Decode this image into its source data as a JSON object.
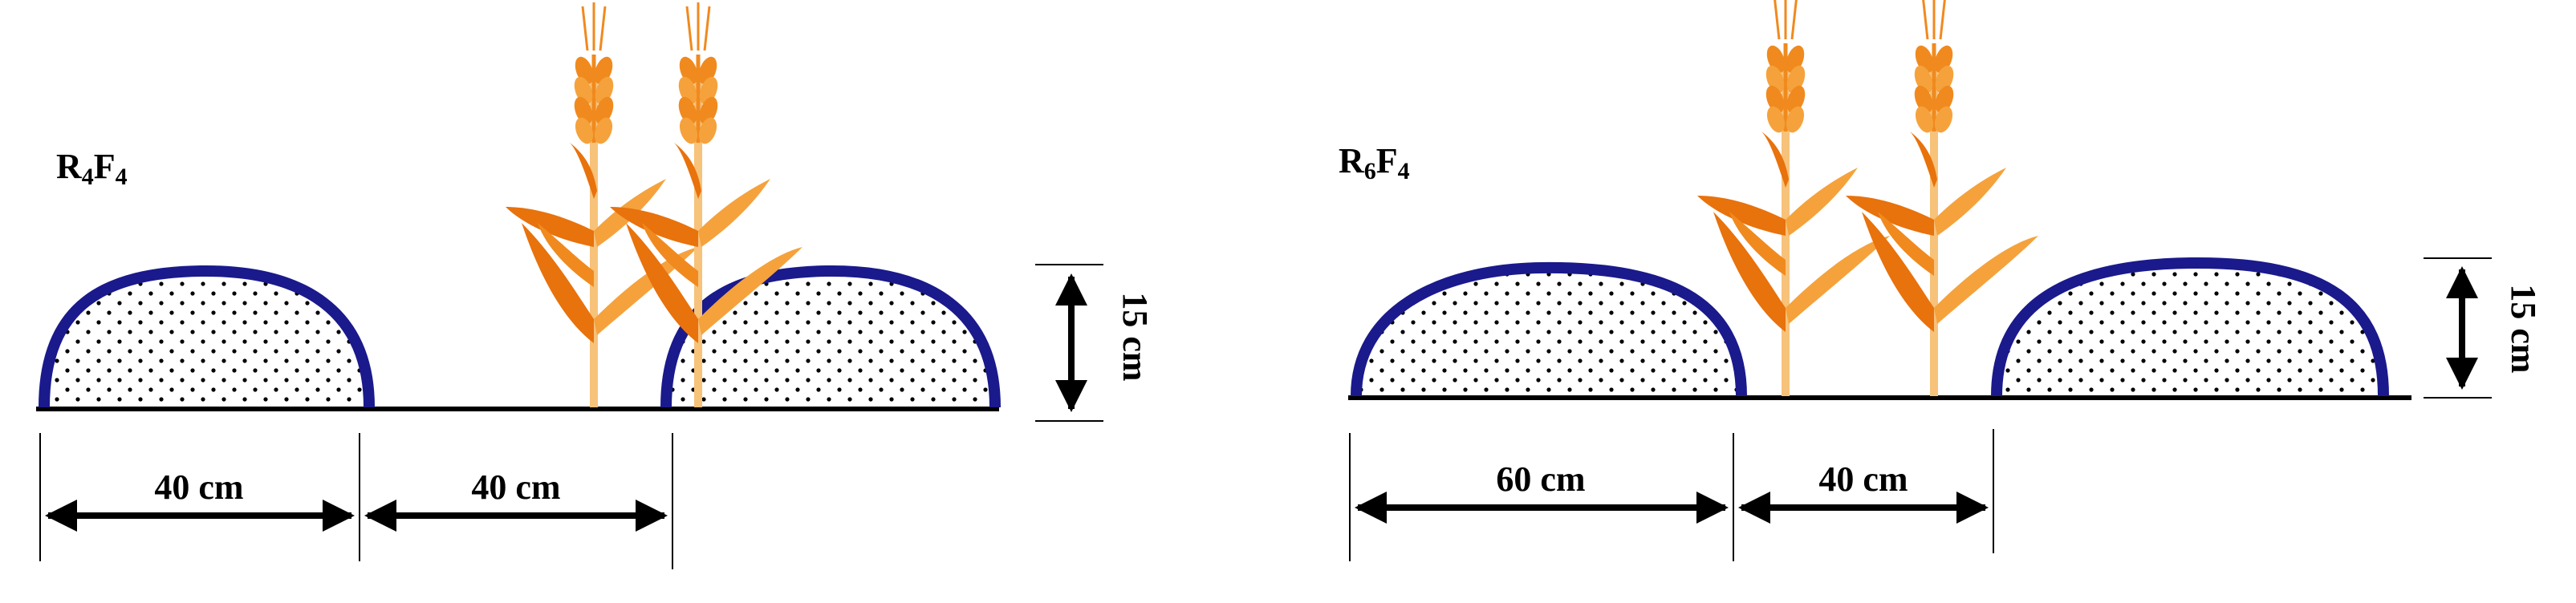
{
  "colors": {
    "background": "#ffffff",
    "ridge_outline": "#1a1a8c",
    "ridge_dots": "#000000",
    "ground_line": "#000000",
    "dimension_line": "#000000",
    "wheat_stem": "#f7c27a",
    "wheat_leaf_dark": "#e8720c",
    "wheat_leaf_light": "#f5a23c",
    "wheat_ear": "#f08a1e"
  },
  "panels": [
    {
      "id": "r4f4",
      "label_main_1": "R",
      "label_sub_1": "4",
      "label_main_2": "F",
      "label_sub_2": "4",
      "ridge_width_label": "40 cm",
      "furrow_width_label": "40 cm",
      "ridge_height_label": "15 cm"
    },
    {
      "id": "r6f4",
      "label_main_1": "R",
      "label_sub_1": "6",
      "label_main_2": "F",
      "label_sub_2": "4",
      "ridge_width_label": "60 cm",
      "furrow_width_label": "40 cm",
      "ridge_height_label": "15 cm"
    }
  ]
}
